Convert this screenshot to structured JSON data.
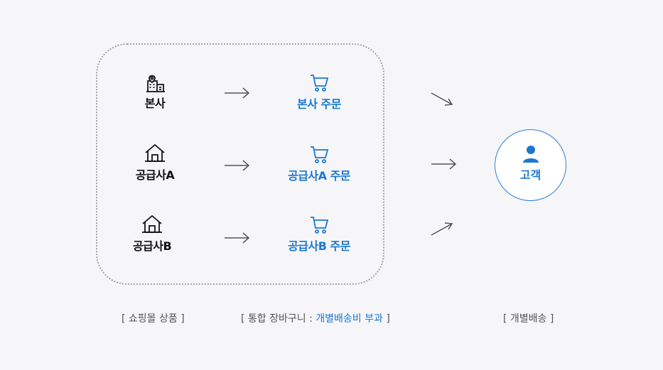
{
  "sources": [
    {
      "label": "본사",
      "icon": "building-location-icon"
    },
    {
      "label": "공급사A",
      "icon": "house-icon"
    },
    {
      "label": "공급사B",
      "icon": "house-icon"
    }
  ],
  "orders": [
    {
      "label": "본사 주문",
      "icon": "cart-icon"
    },
    {
      "label": "공급사A 주문",
      "icon": "cart-icon"
    },
    {
      "label": "공급사B 주문",
      "icon": "cart-icon"
    }
  ],
  "customer": {
    "label": "고객",
    "icon": "person-icon"
  },
  "captions": {
    "products": "[ 쇼핑몰 상품 ]",
    "cart_prefix": "[ 통합 장바구니 : ",
    "cart_highlight": "개별배송비 부과",
    "cart_suffix": " ]",
    "delivery": "[ 개별배송 ]"
  },
  "colors": {
    "accent": "#1b78d0",
    "text": "#111111",
    "arrow": "#555555",
    "border": "#a6a6ab"
  }
}
